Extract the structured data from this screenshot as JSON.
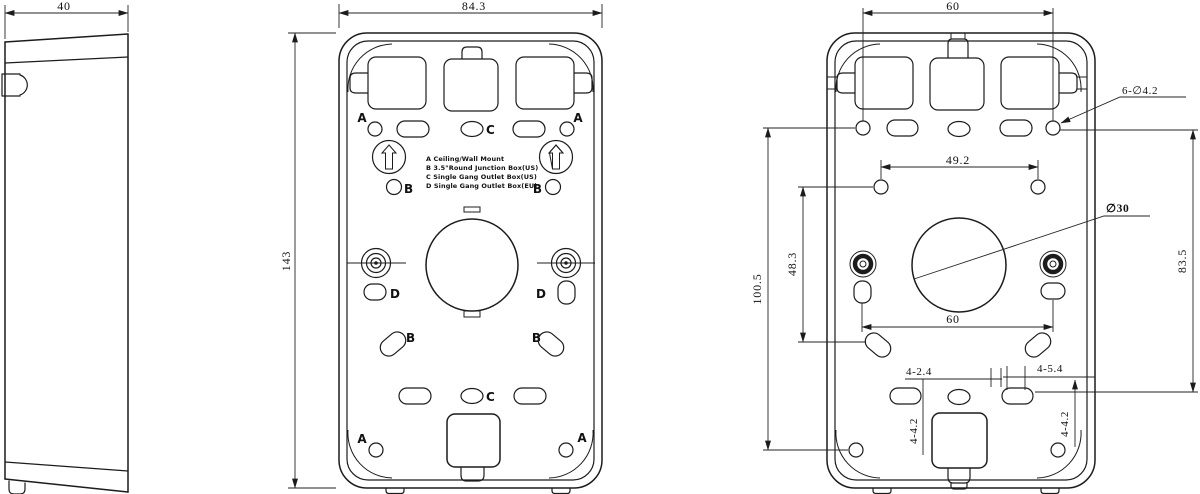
{
  "drawing": {
    "side": {
      "width": "40"
    },
    "front": {
      "width": "84.3",
      "height": "143",
      "legend": [
        "A Ceiling/Wall Mount",
        "B 3.5\"Round Junction Box(US)",
        "C Single Gang Outlet Box(US)",
        "D Single Gang Outlet Box(EU)"
      ]
    },
    "back": {
      "top_spacing": "60",
      "hole_spacing": "49.2",
      "outer_height": "100.5",
      "inner_height": "48.3",
      "right_height": "83.5",
      "mid_spacing": "60",
      "screw_holes": "6-∅4.2",
      "center_hole": "∅30",
      "slot_small": "4-2.4",
      "slot_large": "4-5.4",
      "slot_height": "4-4.2"
    },
    "markers": {
      "a": "A",
      "b": "B",
      "c": "C",
      "d": "D"
    }
  }
}
